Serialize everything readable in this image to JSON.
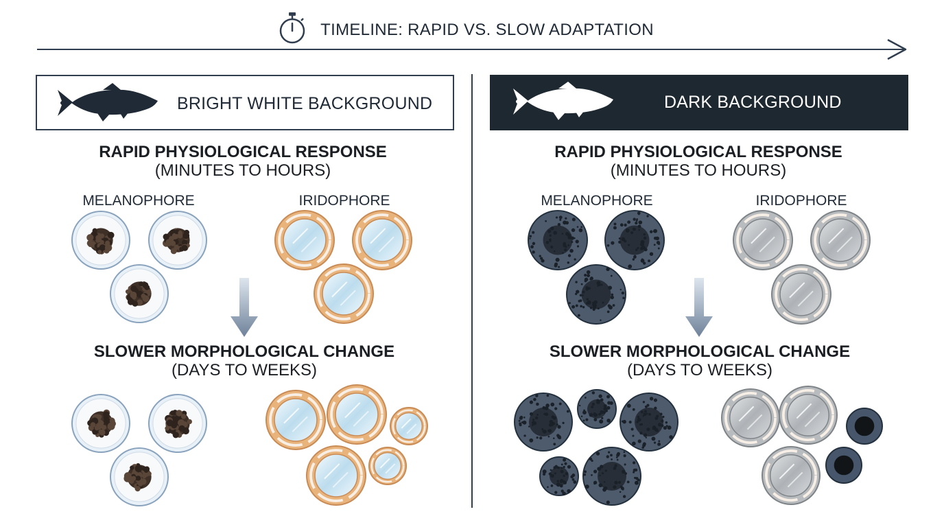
{
  "timeline": {
    "title": "TIMELINE: RAPID VS. SLOW ADAPTATION",
    "icon": "stopwatch-icon"
  },
  "panels": {
    "light": {
      "banner": "BRIGHT WHITE BACKGROUND",
      "rapid_title": "RAPID PHYSIOLOGICAL RESPONSE",
      "rapid_sub": "(MINUTES TO HOURS)",
      "melanophore_label": "MELANOPHORE",
      "iridophore_label": "IRIDOPHORE",
      "slow_title": "SLOWER MORPHOLOGICAL CHANGE",
      "slow_sub": "(DAYS TO WEEKS)"
    },
    "dark": {
      "banner": "DARK BACKGROUND",
      "rapid_title": "RAPID PHYSIOLOGICAL RESPONSE",
      "rapid_sub": "(MINUTES TO HOURS)",
      "melanophore_label": "MELANOPHORE",
      "iridophore_label": "IRIDOPHORE",
      "slow_title": "SLOWER MORPHOLOGICAL CHANGE",
      "slow_sub": "(DAYS TO WEEKS)"
    }
  },
  "colors": {
    "line": "#2f3d4e",
    "dark_banner": "#1e2830",
    "melanin_aggregated": "#4a3a30",
    "melanophore_dispersed": "#3b4656",
    "iridophore_border": "#e8b27a",
    "iridophore_mirror": "#cfe6f2",
    "arrow": "#6f829a"
  }
}
